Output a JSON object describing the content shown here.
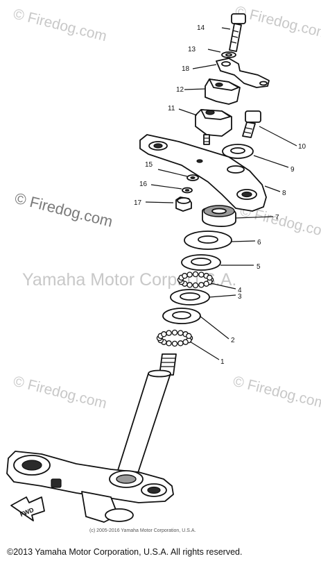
{
  "watermark": {
    "firedog": "© Firedog.com",
    "firedog_side": "© Firedog.com",
    "yamaha": "Yamaha Motor Corp. U.S.A."
  },
  "callouts": [
    "1",
    "2",
    "3",
    "4",
    "5",
    "6",
    "7",
    "8",
    "9",
    "10",
    "11",
    "12",
    "13",
    "14",
    "15",
    "16",
    "17",
    "18"
  ],
  "fwd_label": "FWD",
  "credit_line": "(c) 2005-2016 Yamaha Motor Corporation, U.S.A.",
  "footer_copyright": "©2013 Yamaha Motor Corporation, U.S.A. All rights reserved."
}
